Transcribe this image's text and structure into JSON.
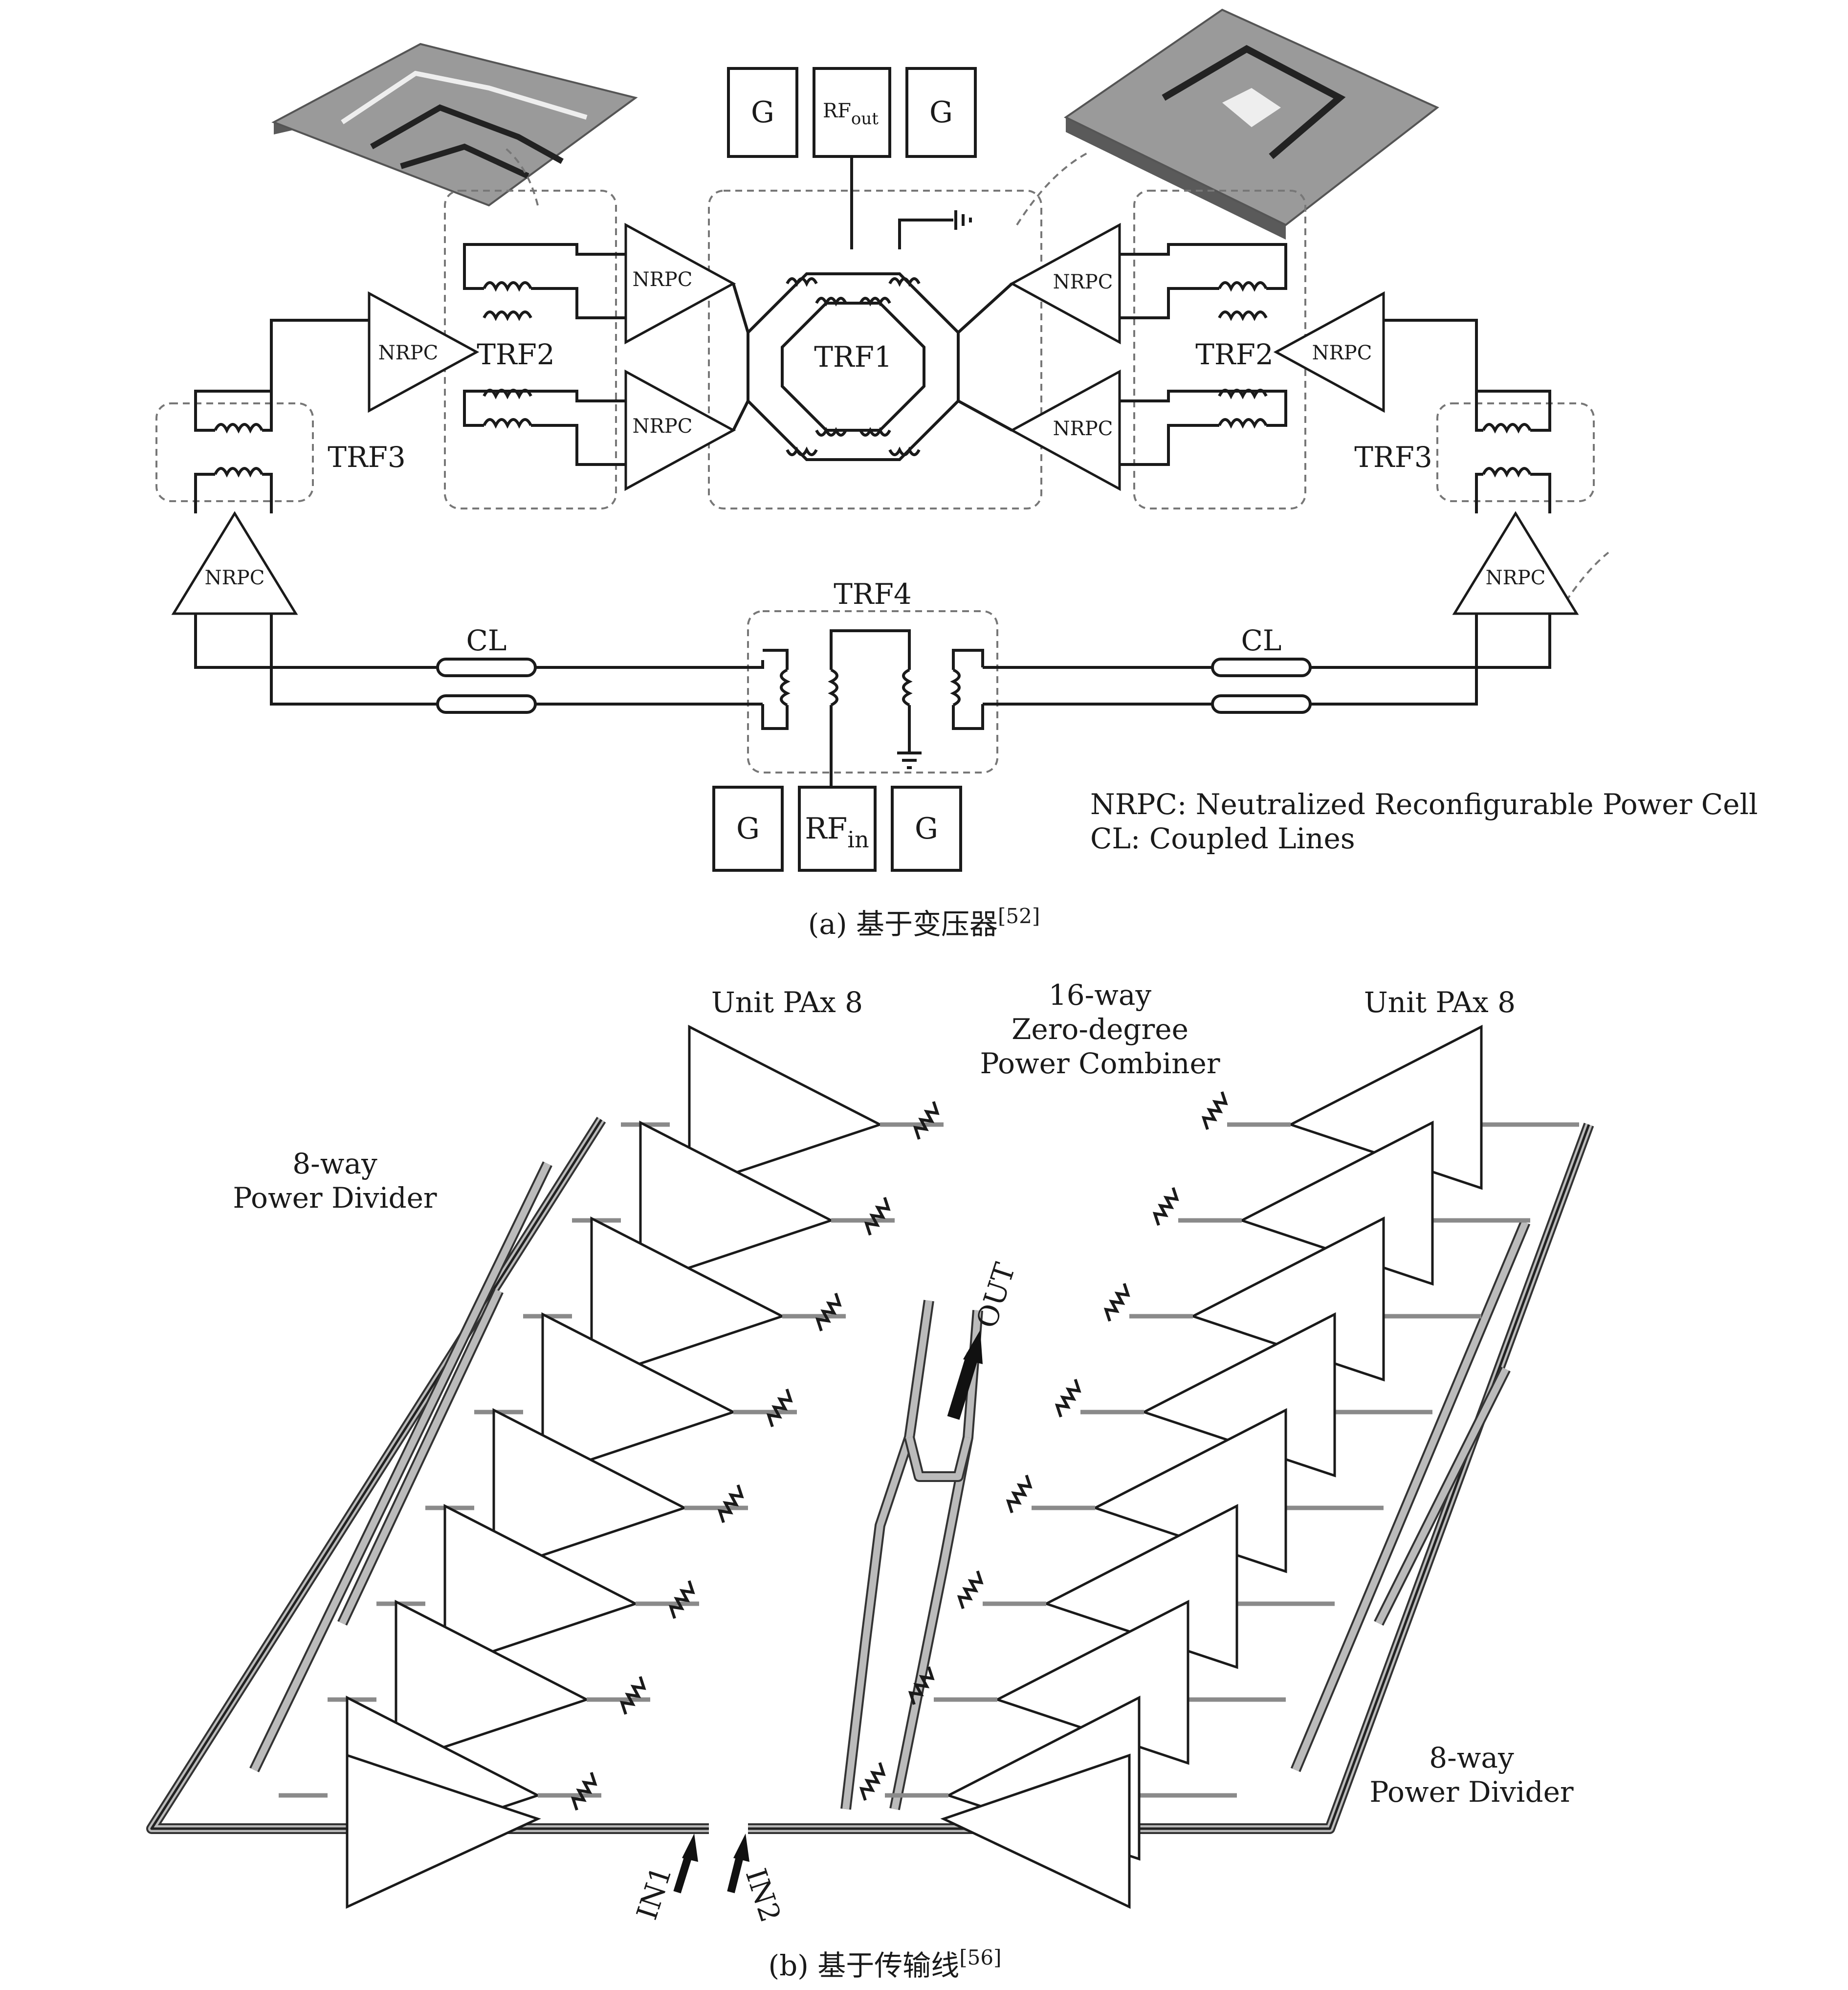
{
  "part_a": {
    "caption": "(a) 基于变压器",
    "caption_ref": "[52]",
    "pads_top": [
      "G",
      "RF",
      "G"
    ],
    "rf_out_sub": "out",
    "pads_bottom": [
      "G",
      "RF",
      "G"
    ],
    "rf_in_sub": "in",
    "blocks": {
      "trf1": "TRF1",
      "trf2_left": "TRF2",
      "trf2_right": "TRF2",
      "trf3_left": "TRF3",
      "trf3_right": "TRF3",
      "trf4": "TRF4",
      "cl_left": "CL",
      "cl_right": "CL",
      "nrpc": "NRPC"
    },
    "legend": [
      "NRPC: Neutralized Reconfigurable Power Cell",
      "CL: Coupled Lines"
    ]
  },
  "part_b": {
    "caption": "(b) 基于传输线",
    "caption_ref": "[56]",
    "unit_pa_left": "Unit PAx 8",
    "unit_pa_right": "Unit PAx 8",
    "combiner": [
      "16-way",
      "Zero-degree",
      "Power Combiner"
    ],
    "divider_left": [
      "8-way",
      "Power Divider"
    ],
    "divider_right": [
      "8-way",
      "Power Divider"
    ],
    "out_label": "OUT",
    "in1_label": "IN1",
    "in2_label": "IN2"
  }
}
